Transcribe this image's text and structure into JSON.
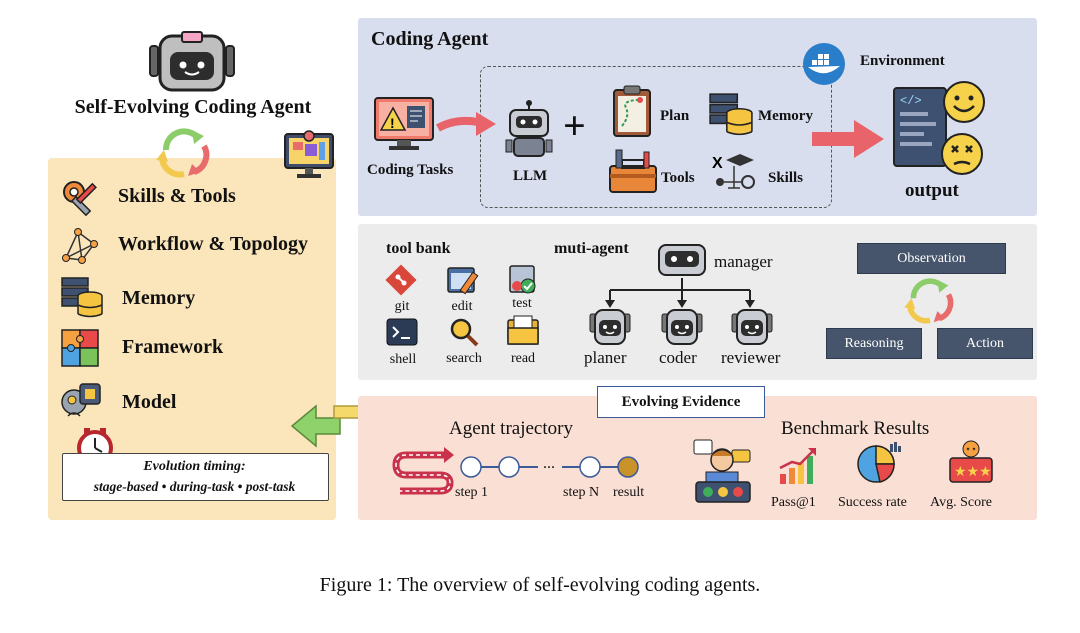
{
  "left": {
    "title": "Self-Evolving Coding Agent",
    "items": [
      {
        "label": "Skills & Tools",
        "icon": "skills-tools-icon"
      },
      {
        "label": "Workflow & Topology",
        "icon": "workflow-topology-icon"
      },
      {
        "label": "Memory",
        "icon": "memory-database-icon"
      },
      {
        "label": "Framework",
        "icon": "framework-puzzle-icon"
      },
      {
        "label": "Model",
        "icon": "model-brain-icon"
      }
    ],
    "timing_title": "Evolution timing:",
    "timing_list": "stage-based • during-task • post-task"
  },
  "coding_agent": {
    "title": "Coding Agent",
    "coding_tasks": "Coding Tasks",
    "llm": "LLM",
    "plus": "+",
    "plan": "Plan",
    "memory": "Memory",
    "tools": "Tools",
    "skills": "Skills",
    "environment": "Environment",
    "output": "output"
  },
  "middle": {
    "tool_bank": "tool bank",
    "tools": [
      "git",
      "edit",
      "test",
      "shell",
      "search",
      "read"
    ],
    "multi_agent": "muti-agent",
    "manager": "manager",
    "roles": [
      "planer",
      "coder",
      "reviewer"
    ],
    "observation": "Observation",
    "reasoning": "Reasoning",
    "action": "Action"
  },
  "bottom": {
    "evidence": "Evolving Evidence",
    "trajectory_title": "Agent trajectory",
    "ellipsis": "...",
    "step1": "step 1",
    "stepN": "step N",
    "result": "result",
    "benchmark_title": "Benchmark Results",
    "metrics": [
      "Pass@1",
      "Success rate",
      "Avg. Score"
    ]
  },
  "caption": "Figure 1: The overview of self-evolving coding agents.",
  "colors": {
    "left_panel": "#fbe6bb",
    "coding_panel": "#d9deef",
    "middle_panel": "#ececec",
    "bottom_panel": "#fae0d4",
    "dark_box": "#46556b",
    "arrow_red": "#e8636a",
    "arrow_green": "#9ad47a",
    "arrow_yellow": "#f2d36b"
  }
}
